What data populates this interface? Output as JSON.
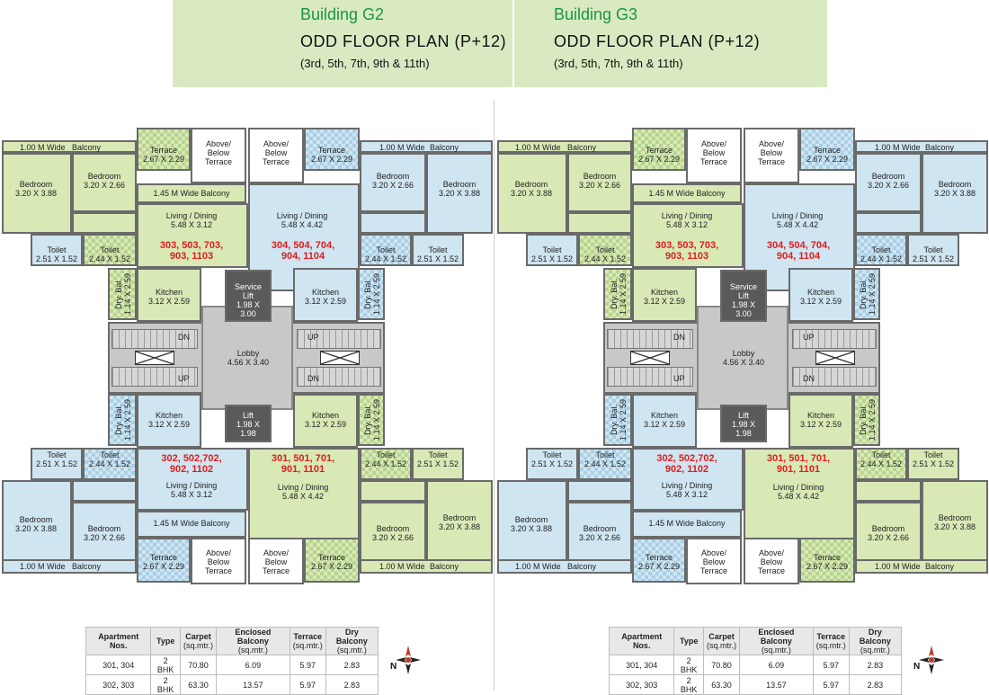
{
  "headers": [
    {
      "building": "Building G2",
      "plan": "ODD FLOOR PLAN (P+12)",
      "floors": "(3rd, 5th, 7th, 9th & 11th)"
    },
    {
      "building": "Building G3",
      "plan": "ODD FLOOR PLAN (P+12)",
      "floors": "(3rd, 5th, 7th, 9th & 11th)"
    }
  ],
  "labels": {
    "balcony_wide": "1.00 M Wide",
    "balcony": "Balcony",
    "terrace": "Terrace",
    "terrace_size": "2.67 X 2.29",
    "above_below_terrace": [
      "Above/",
      "Below",
      "Terrace"
    ],
    "bedroom": "Bedroom",
    "bedroom_large": "3.20 X 3.88",
    "bedroom_small": "3.20 X 2.66",
    "wide_balcony": "1.45 M Wide Balcony",
    "living": "Living / Dining",
    "living_small": "5.48 X 3.12",
    "living_large": "5.48 X 4.42",
    "toilet": "Toilet",
    "toilet_a": "2.51 X 1.52",
    "toilet_b": "2.44 X 1.52",
    "kitchen": "Kitchen",
    "kitchen_size": "3.12 X 2.59",
    "dry_bal": "Dry. Bal.",
    "dry_bal_size": "1.14 X 2.59",
    "service_lift": [
      "Service",
      "Lift",
      "1.98 X",
      "3.00"
    ],
    "lift": [
      "Lift",
      "1.98 X",
      "1.98"
    ],
    "lobby": [
      "Lobby",
      "4.56 X 3.40"
    ],
    "dn": "DN",
    "up": "UP"
  },
  "units": {
    "top_left": [
      "303, 503, 703,",
      "903, 1103"
    ],
    "top_right": [
      "304, 504, 704,",
      "904, 1104"
    ],
    "bottom_left": [
      "302, 502,702,",
      "902, 1102"
    ],
    "bottom_right": [
      "301, 501, 701,",
      "901, 1101"
    ]
  },
  "table": {
    "columns": [
      "Apartment Nos.",
      "Type",
      "Carpet (sq.mtr.)",
      "Enclosed Balcony (sq.mtr.)",
      "Terrace (sq.mtr.)",
      "Dry Balcony (sq.mtr.)"
    ],
    "column_lines": [
      [
        "Apartment Nos."
      ],
      [
        "Type"
      ],
      [
        "Carpet",
        "(sq.mtr.)"
      ],
      [
        "Enclosed Balcony",
        "(sq.mtr.)"
      ],
      [
        "Terrace",
        "(sq.mtr.)"
      ],
      [
        "Dry Balcony",
        "(sq.mtr.)"
      ]
    ],
    "rows": [
      [
        "301, 304",
        "2 BHK",
        "70.80",
        "6.09",
        "5.97",
        "2.83"
      ],
      [
        "302, 303",
        "2 BHK",
        "63.30",
        "13.57",
        "5.97",
        "2.83"
      ]
    ]
  },
  "compass": {
    "label": "N",
    "icon": "compass-rose-icon"
  },
  "colors": {
    "header_bg": "#d9eac2",
    "building_title": "#19983f",
    "unit_numbers": "#e01c1c",
    "flat_green": "#d8e9b6",
    "flat_blue": "#cfe5f1",
    "core_grey": "#c8c8c8"
  }
}
